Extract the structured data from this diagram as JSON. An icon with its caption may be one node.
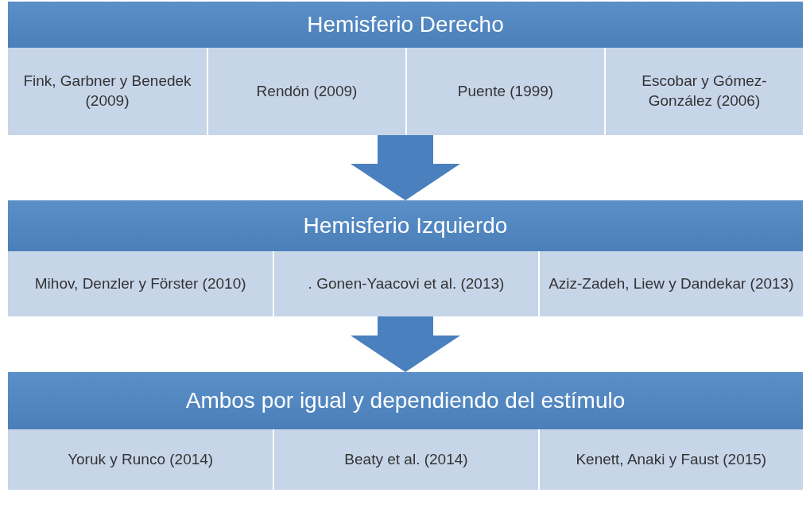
{
  "diagram": {
    "nodes": [
      {
        "text": [
          "Hemisferio Derecho"
        ]
      },
      {
        "text": [
          "Fink, Garbner y Benedek (2009)"
        ],
        "in": 0
      },
      {
        "text": [
          "Rendón (2009)"
        ],
        "in": 0
      },
      {
        "text": [
          "Puente (1999)"
        ],
        "in": 0
      },
      {
        "text": [
          "Escobar y Gómez-González (2006)"
        ],
        "in": 0
      },
      {
        "text": [
          "Hemisferio Izquierdo"
        ]
      },
      {
        "text": [
          "Mihov, Denzler y Förster (2010)"
        ],
        "in": 5
      },
      {
        "text": [
          ". Gonen-Yaacovi et al. (2013)"
        ],
        "in": 5
      },
      {
        "text": [
          "Aziz-Zadeh, Liew y Dandekar (2013)"
        ],
        "in": 5
      },
      {
        "text": [
          "Ambos por igual y dependiendo del estímulo"
        ]
      },
      {
        "text": [
          "Yoruk y Runco (2014)"
        ],
        "in": 9
      },
      {
        "text": [
          "Beaty et al. (2014)"
        ],
        "in": 9
      },
      {
        "text": [
          "Kenett, Anaki y Faust (2015)"
        ],
        "in": 9
      }
    ],
    "edges": [
      {
        "from": 0,
        "to": 5,
        "arrow": "to"
      },
      {
        "from": 5,
        "to": 9,
        "arrow": "to"
      }
    ]
  }
}
